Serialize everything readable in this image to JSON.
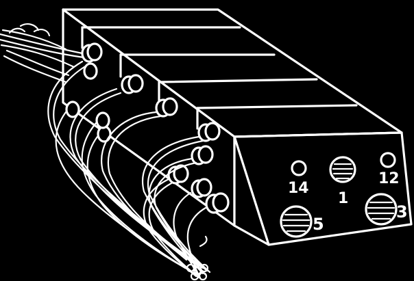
{
  "diagram": {
    "colors": {
      "background": "#000000",
      "line": "#ffffff"
    },
    "port_labels": {
      "p14": "14",
      "p1": "1",
      "p12": "12",
      "p5": "5",
      "p3": "3"
    }
  }
}
